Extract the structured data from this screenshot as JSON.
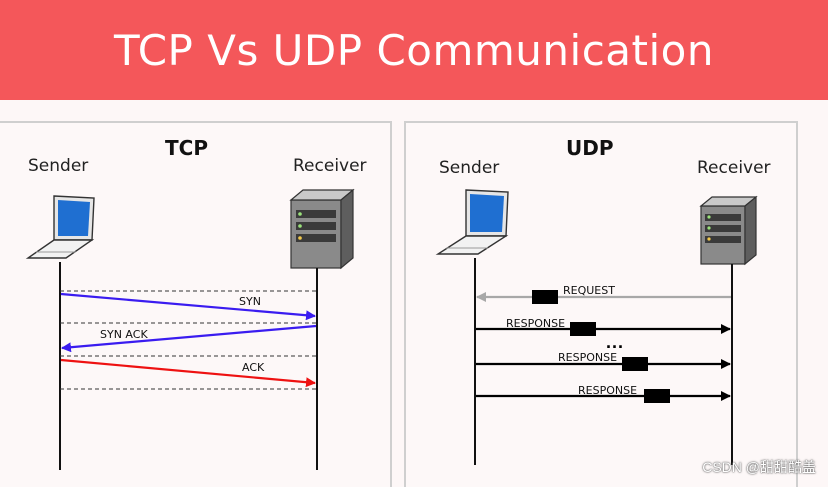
{
  "title": "TCP Vs UDP Communication",
  "tcp": {
    "title": "TCP",
    "sender_label": "Sender",
    "receiver_label": "Receiver",
    "messages": [
      "SYN",
      "SYN ACK",
      "ACK"
    ]
  },
  "udp": {
    "title": "UDP",
    "sender_label": "Sender",
    "receiver_label": "Receiver",
    "request_label": "REQUEST",
    "response_labels": [
      "RESPONSE",
      "RESPONSE",
      "RESPONSE"
    ],
    "ellipsis": "..."
  },
  "watermark": "CSDN @甜甜酷盖",
  "colors": {
    "banner": "#f4575a",
    "syn": "#3a1cf0",
    "syn_ack": "#3a1cf0",
    "ack": "#ee1111",
    "request": "#a8a8a8",
    "response": "#000000"
  },
  "icons": {
    "sender": "laptop-icon",
    "receiver": "server-icon"
  }
}
